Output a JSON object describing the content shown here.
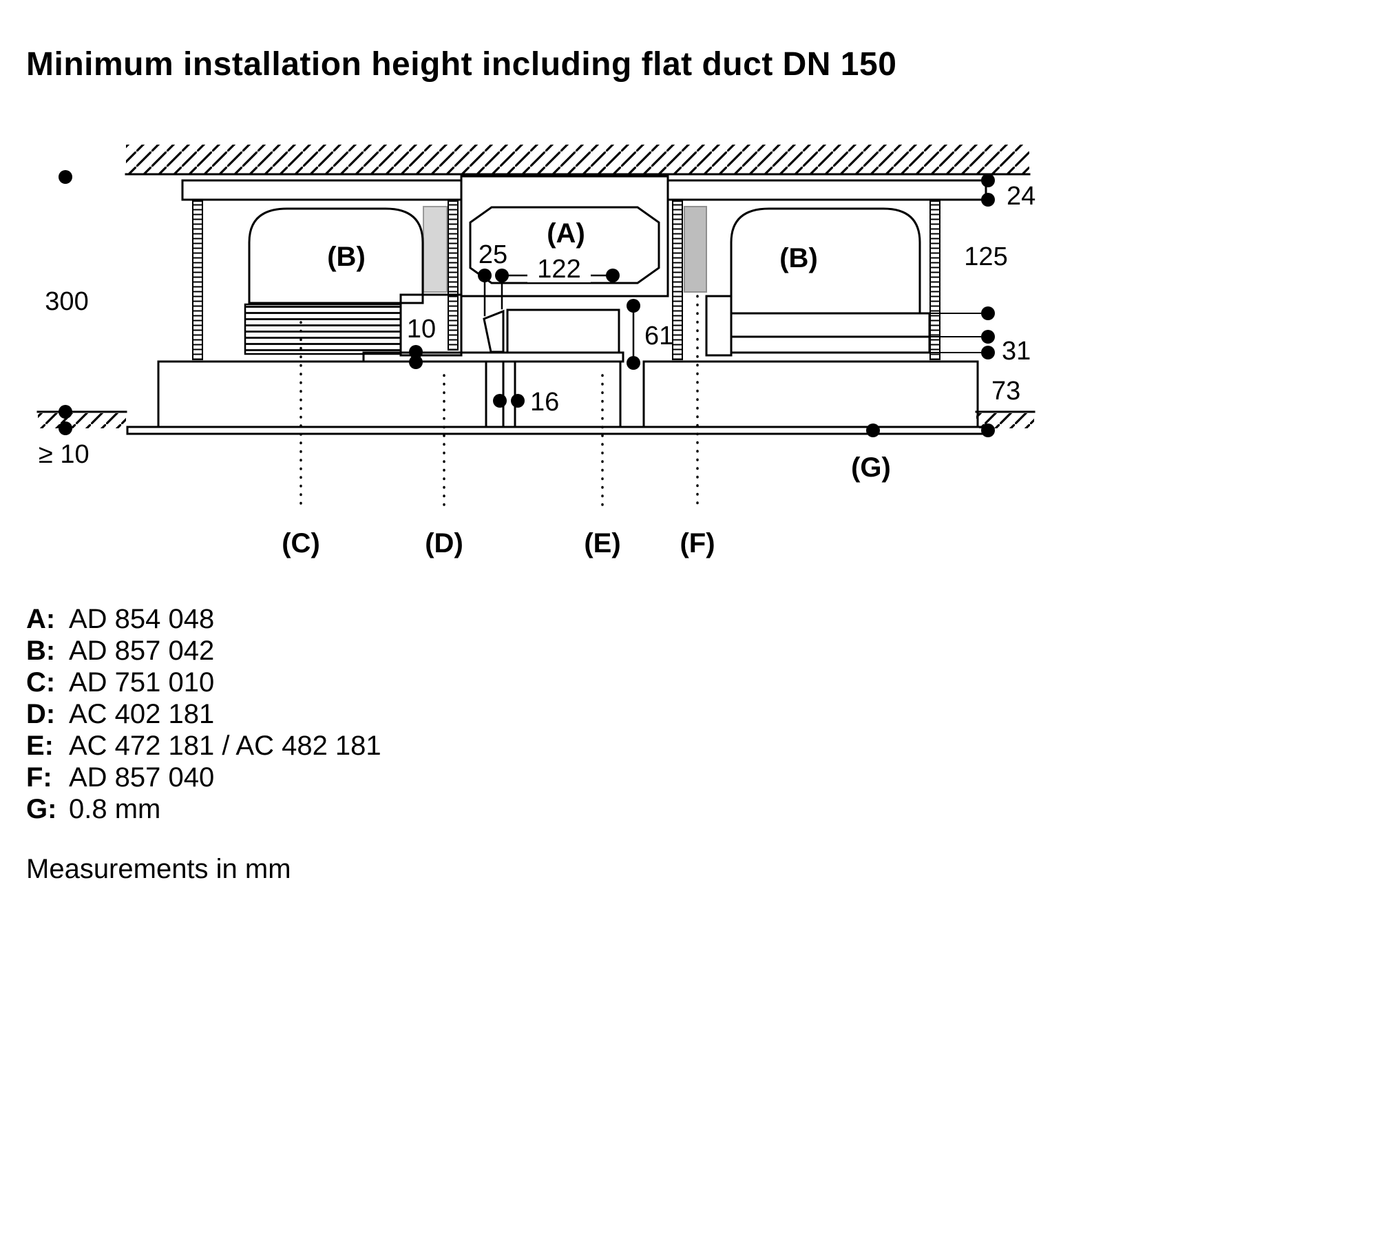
{
  "title": "Minimum installation height including flat duct DN 150",
  "diagram": {
    "labels": {
      "a": "(A)",
      "b_left": "(B)",
      "b_right": "(B)",
      "c": "(C)",
      "d": "(D)",
      "e": "(E)",
      "f": "(F)",
      "g": "(G)"
    },
    "dimensions": {
      "d300": "300",
      "d10min": "≥ 10",
      "d24": "24",
      "d125": "125",
      "d31": "31",
      "d73": "73",
      "d25": "25",
      "d122": "122",
      "d10": "10",
      "d61": "61",
      "d16": "16"
    }
  },
  "legend": {
    "items": [
      {
        "key": "A:",
        "value": "AD 854 048"
      },
      {
        "key": "B:",
        "value": "AD 857 042"
      },
      {
        "key": "C:",
        "value": "AD 751 010"
      },
      {
        "key": "D:",
        "value": "AC 402 181"
      },
      {
        "key": "E:",
        "value": "AC 472 181 / AC 482 181"
      },
      {
        "key": "F:",
        "value": "AD 857 040"
      },
      {
        "key": "G:",
        "value": "0.8 mm"
      }
    ]
  },
  "footer": {
    "note": "Measurements in mm"
  }
}
